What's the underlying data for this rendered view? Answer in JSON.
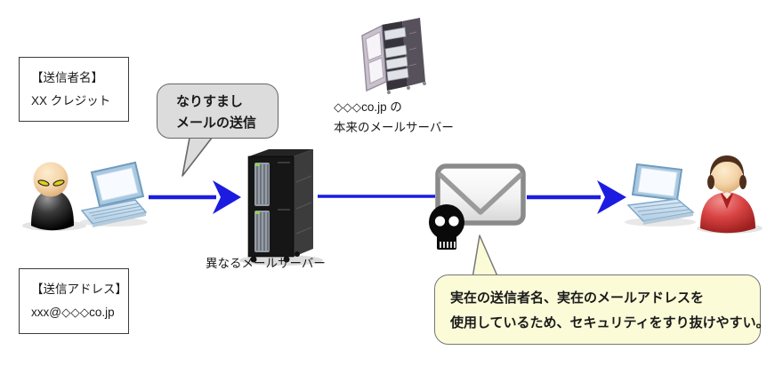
{
  "diagram": {
    "sender_name_box": {
      "label": "【送信者名】",
      "value": "XX クレジット"
    },
    "spoof_bubble": {
      "line1": "なりすまし",
      "line2": "メールの送信"
    },
    "legit_server": {
      "caption_line1": "◇◇◇co.jp の",
      "caption_line2": "本来のメールサーバー"
    },
    "rogue_server": {
      "caption": "異なるメールサーバー"
    },
    "security_callout": {
      "line1": "実在の送信者名、実在のメールアドレスを",
      "line2": "使用しているため、セキュリティをすり抜けやすい。"
    },
    "sender_address_box": {
      "label": "【送信アドレス】",
      "value": "xxx@◇◇◇co.jp"
    },
    "icons": {
      "attacker": "attacker-icon",
      "attacker_laptop": "attacker-laptop-icon",
      "rogue_mail_server": "rogue-mail-server-icon",
      "legit_mail_server": "legit-mail-server-icon",
      "spoofed_email": "envelope-icon",
      "skull": "skull-icon",
      "recipient_laptop": "recipient-laptop-icon",
      "recipient": "recipient-icon",
      "flow_arrows": "arrow-right-icon"
    },
    "colors": {
      "arrow_blue": "#1c1ce0",
      "bubble_gray": "#dcdcdc",
      "callout_yellow": "#fbfbd8",
      "box_border": "#3c3c3c",
      "envelope_border": "#8a8a8a"
    }
  }
}
